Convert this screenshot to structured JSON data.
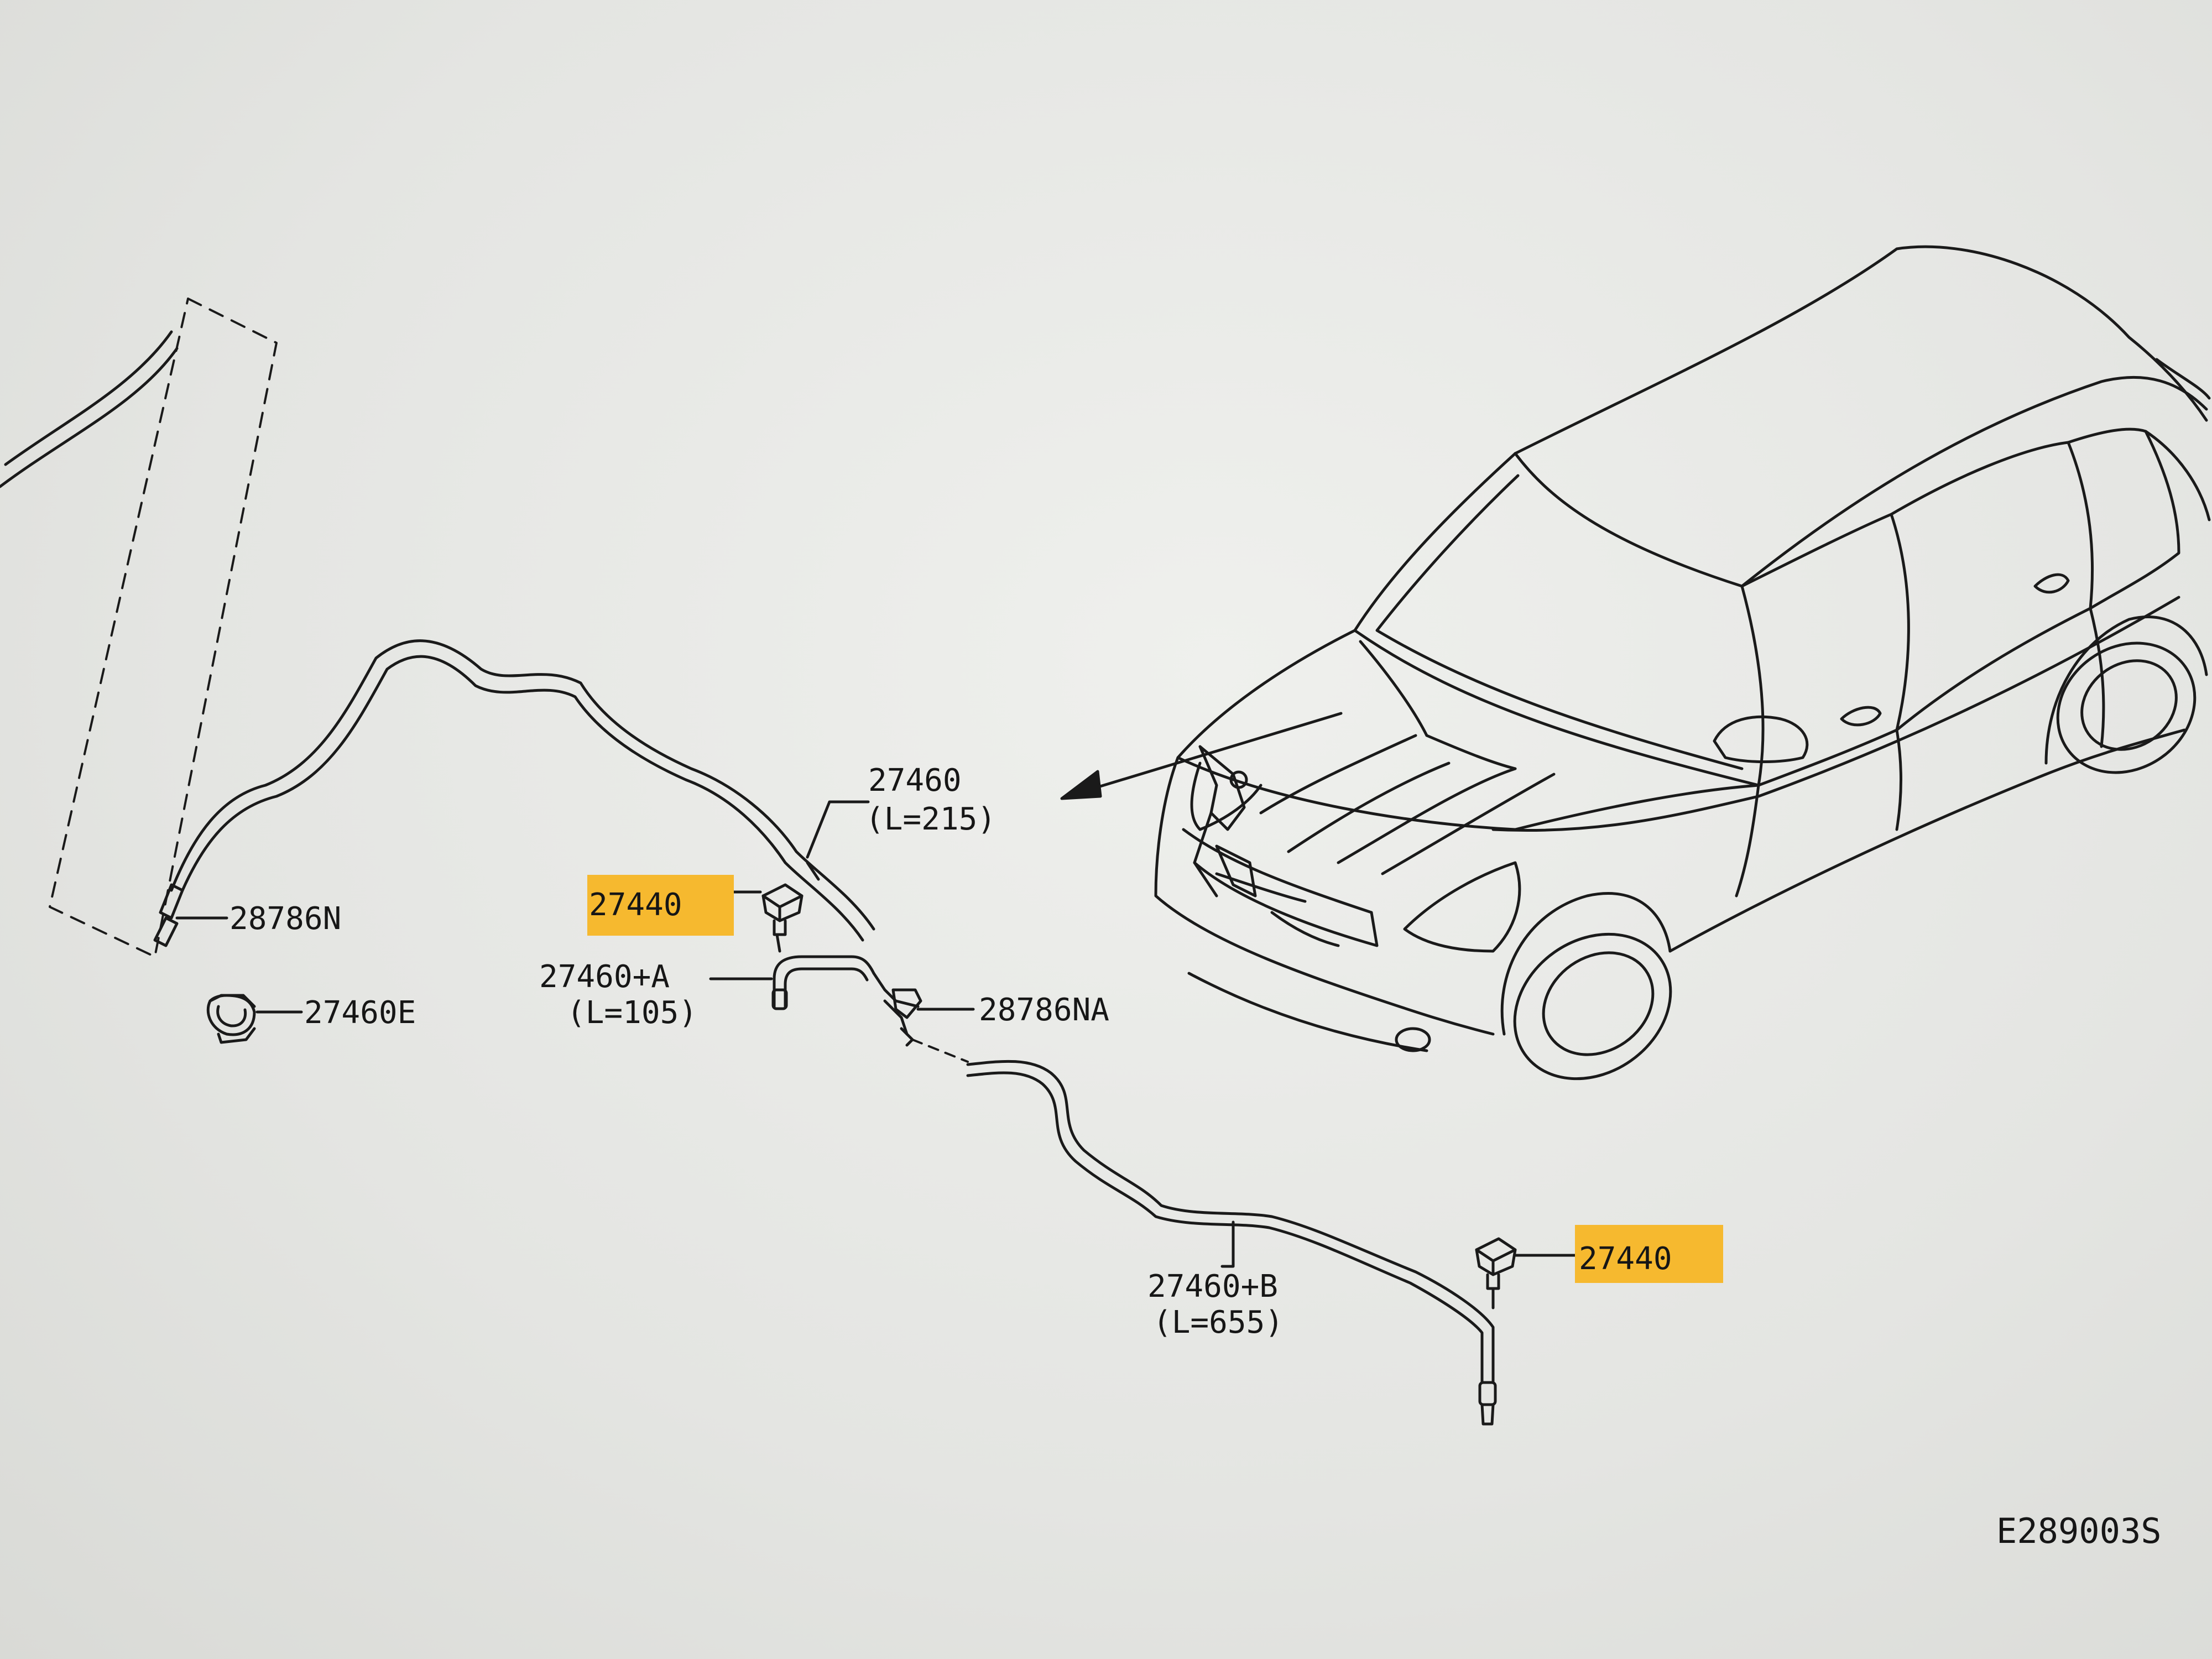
{
  "colors": {
    "highlight": "#f6b92f",
    "line": "#1a1a1a",
    "background": "#e8e9e6"
  },
  "callouts": {
    "hose_main": {
      "part": "27460",
      "length": "(L=215)"
    },
    "hose_a": {
      "part": "27460+A",
      "length": "(L=105)"
    },
    "hose_b": {
      "part": "27460+B",
      "length": "(L=655)"
    },
    "connector_n": {
      "part": "28786N"
    },
    "connector_na": {
      "part": "28786NA"
    },
    "clip_e": {
      "part": "27460E"
    },
    "nozzle_left": {
      "part": "27440"
    },
    "nozzle_right": {
      "part": "27440"
    }
  },
  "diagram_code": "E289003S"
}
